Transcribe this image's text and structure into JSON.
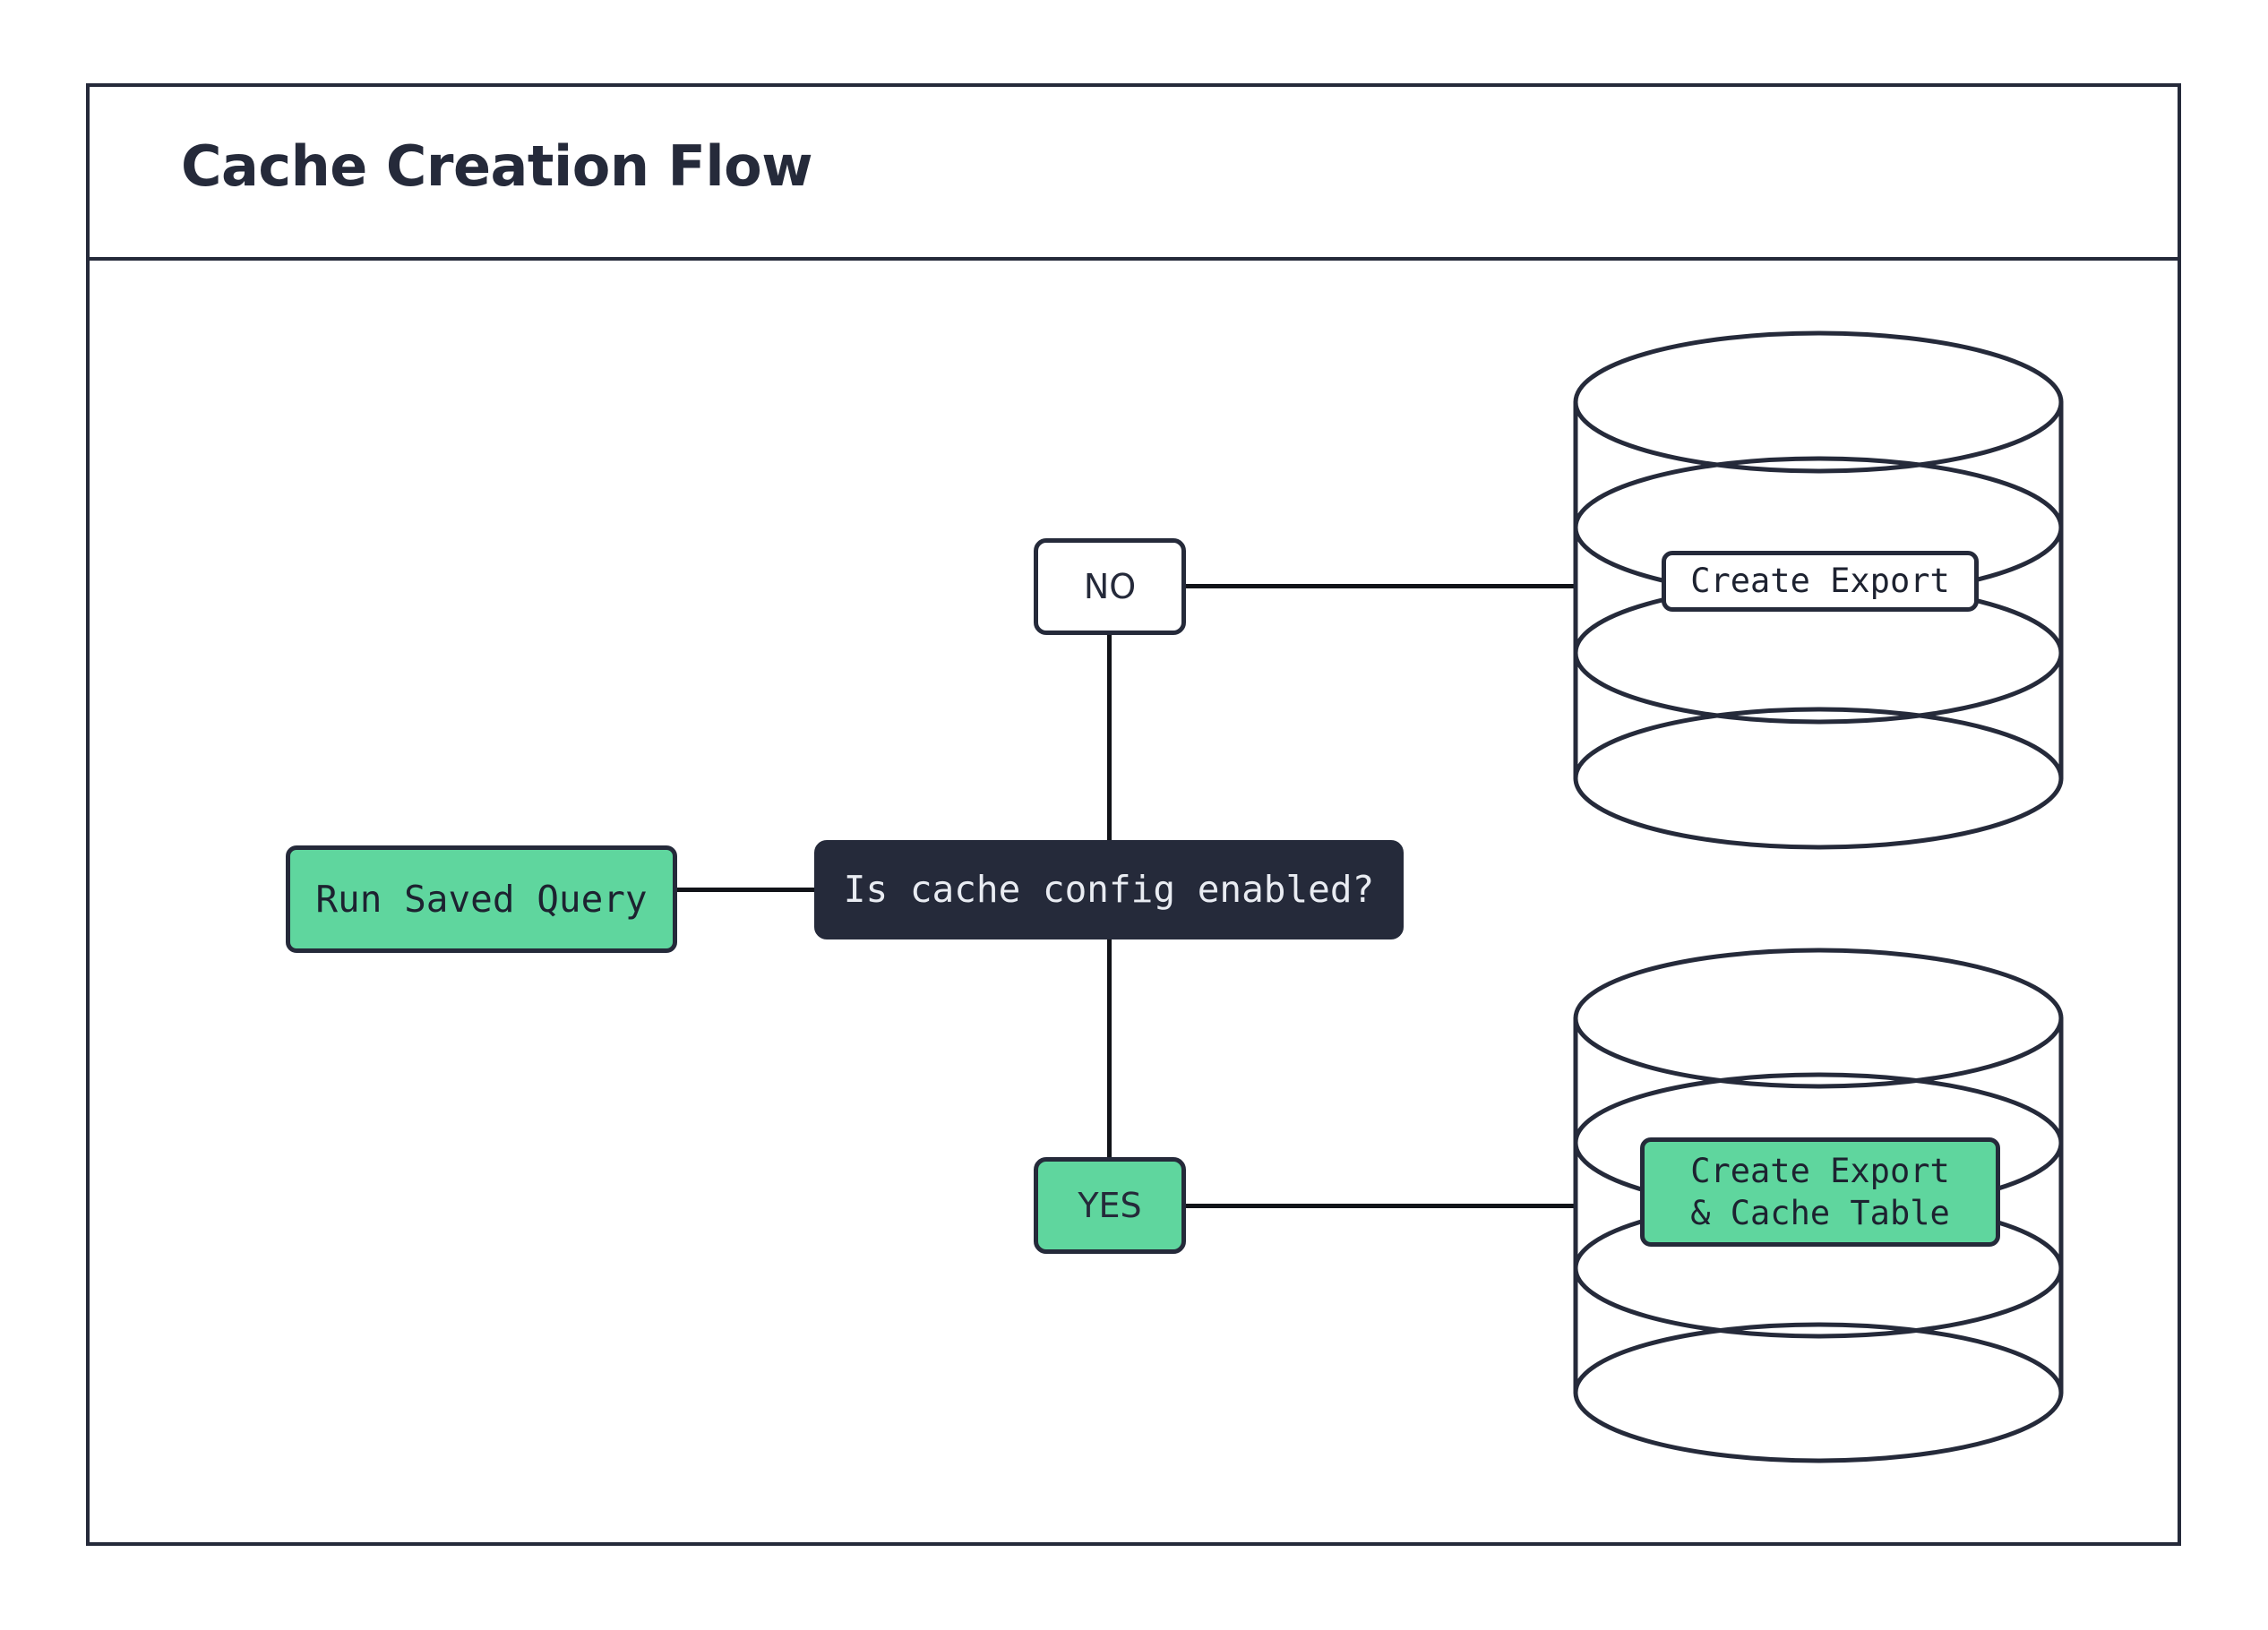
{
  "diagram": {
    "title": "Cache Creation Flow",
    "colors": {
      "accent_green": "#5fd69e",
      "dark_navy": "#252a3a",
      "stroke": "#111318",
      "background": "#ffffff",
      "light_text": "#e9ecf2"
    },
    "nodes": [
      {
        "id": "run-saved-query",
        "label": "Run Saved Query",
        "shape": "rounded-rect",
        "fill": "green"
      },
      {
        "id": "decision",
        "label": "Is cache config enabled?",
        "shape": "rounded-rect",
        "fill": "dark"
      },
      {
        "id": "branch-no",
        "label": "NO",
        "shape": "rounded-rect",
        "fill": "white"
      },
      {
        "id": "branch-yes",
        "label": "YES",
        "shape": "rounded-rect",
        "fill": "green"
      },
      {
        "id": "db-export",
        "label": "Create Export",
        "shape": "cylinder",
        "fill": "white"
      },
      {
        "id": "db-export-cache",
        "label": "Create Export\n& Cache Table",
        "shape": "cylinder",
        "fill": "green"
      }
    ],
    "edges": [
      {
        "from": "run-saved-query",
        "to": "decision",
        "label": ""
      },
      {
        "from": "decision",
        "to": "branch-no",
        "label": "NO"
      },
      {
        "from": "decision",
        "to": "branch-yes",
        "label": "YES"
      },
      {
        "from": "branch-no",
        "to": "db-export",
        "label": ""
      },
      {
        "from": "branch-yes",
        "to": "db-export-cache",
        "label": ""
      }
    ]
  }
}
